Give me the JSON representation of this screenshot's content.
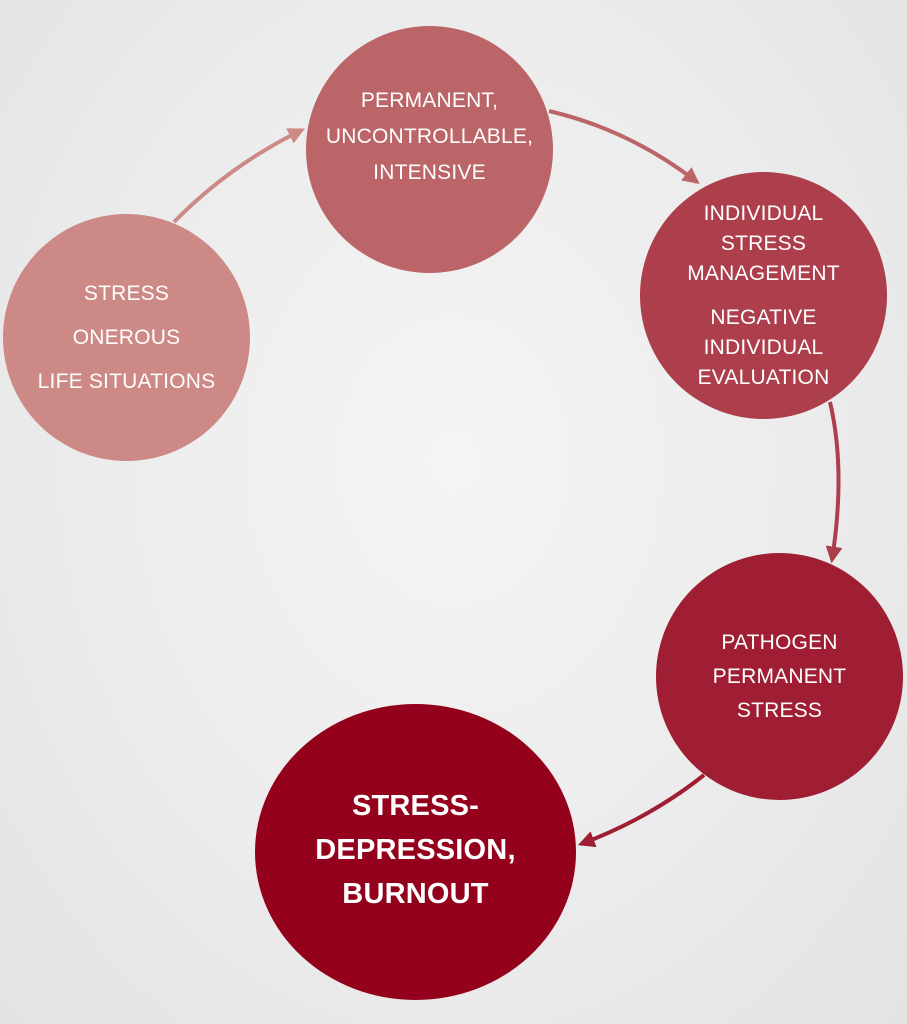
{
  "colors": {
    "background": "#ececec",
    "node_1": "#cc8985",
    "node_2": "#bb6568",
    "node_3": "#ad3e4b",
    "node_4": "#9f1e33",
    "node_5": "#93011d",
    "text": "#ffffff"
  },
  "nodes": {
    "stress": {
      "lines": [
        "STRESS",
        "ONEROUS",
        "LIFE SITUATIONS"
      ]
    },
    "permanent": {
      "lines": [
        "PERMANENT,",
        "UNCONTROLLABLE,",
        "INTENSIVE"
      ]
    },
    "individual": {
      "lines_a": [
        "INDIVIDUAL",
        "STRESS",
        "MANAGEMENT"
      ],
      "lines_b": [
        "NEGATIVE",
        "INDIVIDUAL",
        "EVALUATION"
      ]
    },
    "pathogen": {
      "lines": [
        "PATHOGEN",
        "PERMANENT",
        "STRESS"
      ]
    },
    "burnout": {
      "lines": [
        "STRESS-",
        "DEPRESSION,",
        "BURNOUT"
      ]
    }
  }
}
